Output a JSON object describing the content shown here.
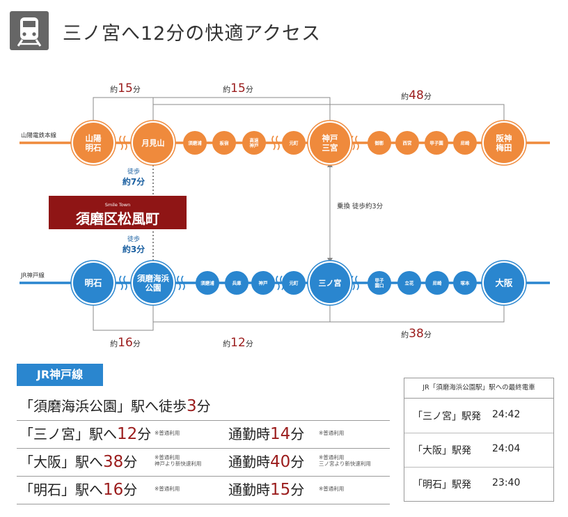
{
  "title": "三ノ宮へ12分の快適アクセス",
  "icon": "train-icon",
  "colors": {
    "orange": "#ef8a3c",
    "blue": "#2a86cf",
    "maroon": "#8f1515",
    "red_text": "#9b1c1c",
    "gray_line": "#888888"
  },
  "lines": {
    "sanyo": {
      "name": "山陽電鉄本線",
      "stations": [
        {
          "label": "山陽\n明石",
          "size": "big"
        },
        {
          "label": "月見山",
          "size": "big"
        },
        {
          "label": "須磨浦",
          "size": "small"
        },
        {
          "label": "板宿",
          "size": "small"
        },
        {
          "label": "高速\n神戸",
          "size": "small"
        },
        {
          "label": "元町",
          "size": "small"
        },
        {
          "label": "神戸\n三宮",
          "size": "big"
        },
        {
          "label": "御影",
          "size": "small"
        },
        {
          "label": "西宮",
          "size": "small"
        },
        {
          "label": "甲子園",
          "size": "small"
        },
        {
          "label": "尼崎",
          "size": "small"
        },
        {
          "label": "阪神\n梅田",
          "size": "big"
        }
      ]
    },
    "jr": {
      "name": "JR神戸線",
      "stations": [
        {
          "label": "明石",
          "size": "big"
        },
        {
          "label": "須磨海浜\n公園",
          "size": "big"
        },
        {
          "label": "須磨浦",
          "size": "small"
        },
        {
          "label": "兵庫",
          "size": "small"
        },
        {
          "label": "神戸",
          "size": "small"
        },
        {
          "label": "元町",
          "size": "small"
        },
        {
          "label": "三ノ宮",
          "size": "big"
        },
        {
          "label": "甲子\n園口",
          "size": "small"
        },
        {
          "label": "立花",
          "size": "small"
        },
        {
          "label": "尼崎",
          "size": "small"
        },
        {
          "label": "塚本",
          "size": "small"
        },
        {
          "label": "大阪",
          "size": "big"
        }
      ]
    }
  },
  "times": {
    "top_left": {
      "prefix": "約",
      "num": "15",
      "unit": "分"
    },
    "top_mid": {
      "prefix": "約",
      "num": "15",
      "unit": "分"
    },
    "top_right": {
      "prefix": "約",
      "num": "48",
      "unit": "分"
    },
    "bot_left": {
      "prefix": "約",
      "num": "16",
      "unit": "分"
    },
    "bot_mid": {
      "prefix": "約",
      "num": "12",
      "unit": "分"
    },
    "bot_right": {
      "prefix": "約",
      "num": "38",
      "unit": "分"
    },
    "walk_top": {
      "line1": "徒歩",
      "line2": "約7分"
    },
    "walk_bot": {
      "line1": "徒歩",
      "line2": "約3分"
    },
    "transfer": "乗換 徒歩約3分"
  },
  "property": {
    "sub": "Smile Town",
    "name": "須磨区松風町"
  },
  "jr_tag": "JR神戸線",
  "rows": [
    {
      "pre": "「須磨海浜公園」駅へ徒歩",
      "num": "3",
      "unit": "分",
      "note": "",
      "commute_pre": "",
      "commute_num": "",
      "commute_unit": "",
      "commute_note": ""
    },
    {
      "pre": "「三ノ宮」駅へ",
      "num": "12",
      "unit": "分",
      "note": "※普通利用",
      "commute_pre": "通勤時",
      "commute_num": "14",
      "commute_unit": "分",
      "commute_note": "※普通利用"
    },
    {
      "pre": "「大阪」駅へ",
      "num": "38",
      "unit": "分",
      "note": "※普通利用\n神戸より新快速利用",
      "commute_pre": "通勤時",
      "commute_num": "40",
      "commute_unit": "分",
      "commute_note": "※普通利用\n三ノ宮より新快速利用"
    },
    {
      "pre": "「明石」駅へ",
      "num": "16",
      "unit": "分",
      "note": "※普通利用",
      "commute_pre": "通勤時",
      "commute_num": "15",
      "commute_unit": "分",
      "commute_note": "※普通利用"
    }
  ],
  "last_train": {
    "title": "JR「須磨海浜公園駅」駅への最終電車",
    "rows": [
      {
        "station": "「三ノ宮」駅発",
        "time": "24:42"
      },
      {
        "station": "「大阪」駅発",
        "time": "24:04"
      },
      {
        "station": "「明石」駅発",
        "time": "23:40"
      }
    ]
  }
}
